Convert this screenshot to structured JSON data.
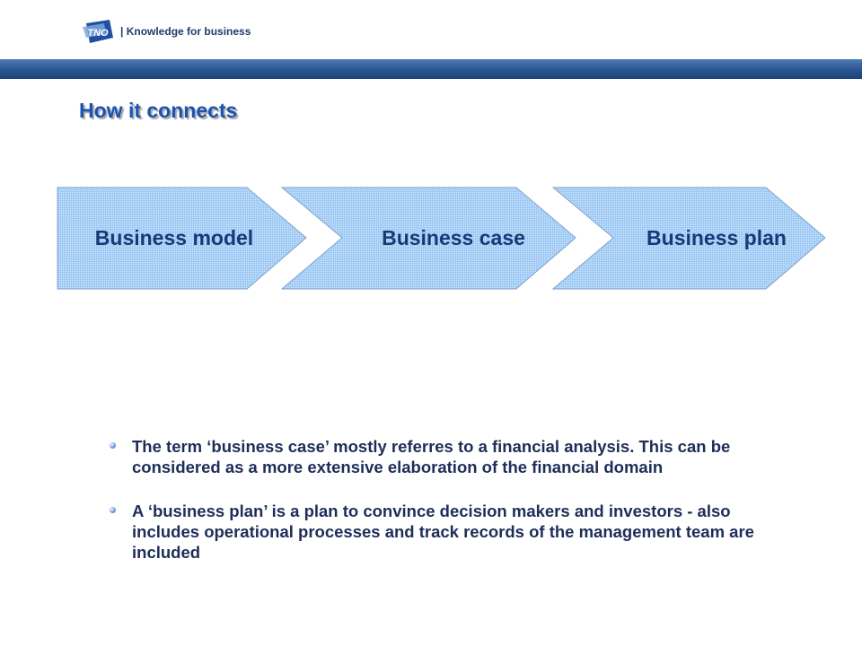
{
  "header": {
    "logo_text": "TNO",
    "tagline": "| Knowledge for business"
  },
  "slide": {
    "title": "How it connects"
  },
  "process": {
    "steps": [
      {
        "label": "Business model"
      },
      {
        "label": "Business case"
      },
      {
        "label": "Business plan"
      }
    ],
    "fill_color": "#9ec9f5",
    "text_color": "#163a78"
  },
  "bullets": [
    {
      "text": "The term ‘business case’ mostly referres to a financial analysis. This can be considered as a more extensive elaboration of the financial domain"
    },
    {
      "text": "A ‘business plan’ is a plan to convince decision makers and investors - also includes operational processes and track records of the management team are included"
    }
  ],
  "colors": {
    "header_band": "#2a5592",
    "title": "#1b52b0",
    "body_text": "#1d2e58"
  }
}
